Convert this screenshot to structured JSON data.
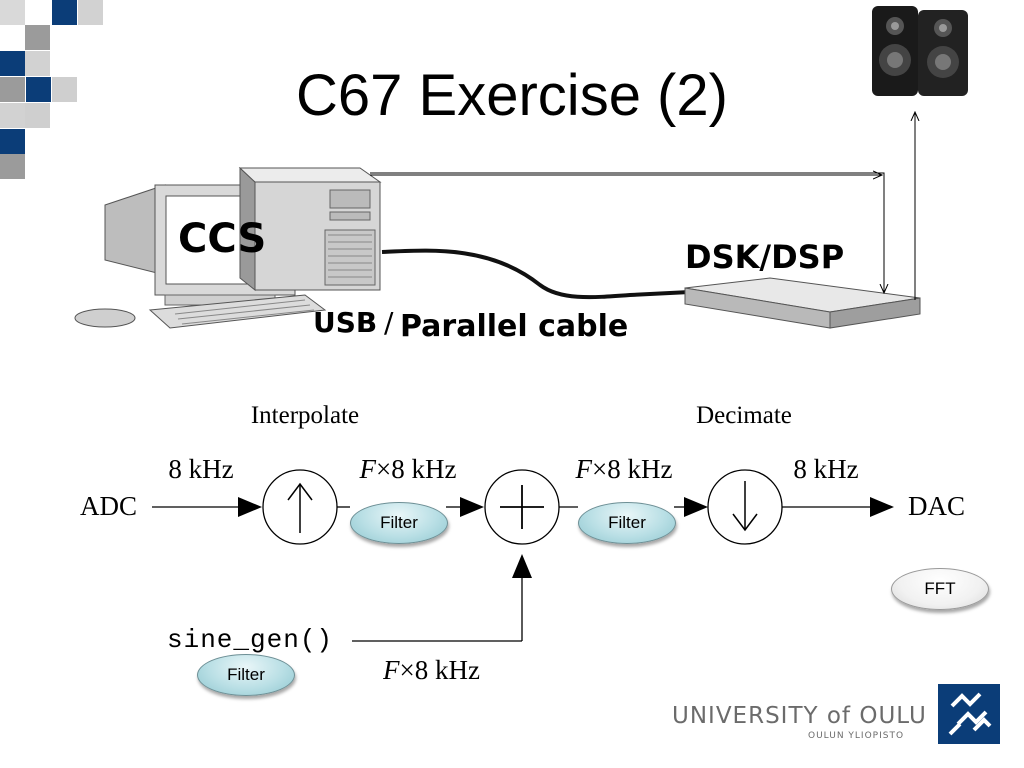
{
  "slide": {
    "title": "C67 Exercise (2)"
  },
  "hardware": {
    "ccs_label": "CCS",
    "dsk_label": "DSK/DSP",
    "cable_usb": "USB",
    "cable_slash": "/",
    "cable_parallel": "Parallel cable"
  },
  "pipeline": {
    "interpolate_label": "Interpolate",
    "decimate_label": "Decimate",
    "input_label": "ADC",
    "output_label": "DAC",
    "rate_in": "8 kHz",
    "rate_f_italic": "F",
    "rate_mid": "×8 kHz",
    "rate_out": "8 kHz",
    "source_label": "sine_gen()",
    "filter_label": "Filter",
    "fft_label": "FFT"
  },
  "logo": {
    "name": "UNIVERSITY of OULU",
    "subname": "OULUN YLIOPISTO"
  },
  "colors": {
    "accent_blue": "#0b3d78",
    "accent_gray": "#9b9b9b",
    "light_gray": "#cfcfcf",
    "pill_teal": "#b9dfe5"
  }
}
